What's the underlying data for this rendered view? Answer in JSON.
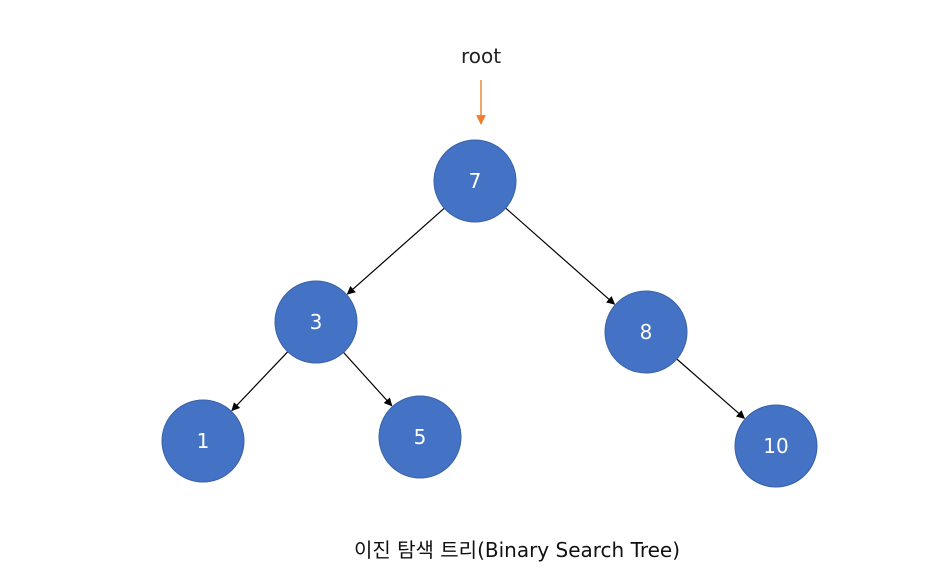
{
  "root_label": "root",
  "caption": "이진 탐색 트리(Binary Search Tree)",
  "colors": {
    "node_fill": "#4472C4",
    "root_arrow": "#ED7D31",
    "edge": "#000000"
  },
  "nodes": [
    {
      "id": "n7",
      "label": "7"
    },
    {
      "id": "n3",
      "label": "3"
    },
    {
      "id": "n8",
      "label": "8"
    },
    {
      "id": "n1",
      "label": "1"
    },
    {
      "id": "n5",
      "label": "5"
    },
    {
      "id": "n10",
      "label": "10"
    }
  ],
  "edges": [
    {
      "from": "n7",
      "to": "n3"
    },
    {
      "from": "n7",
      "to": "n8"
    },
    {
      "from": "n3",
      "to": "n1"
    },
    {
      "from": "n3",
      "to": "n5"
    },
    {
      "from": "n8",
      "to": "n10"
    }
  ]
}
